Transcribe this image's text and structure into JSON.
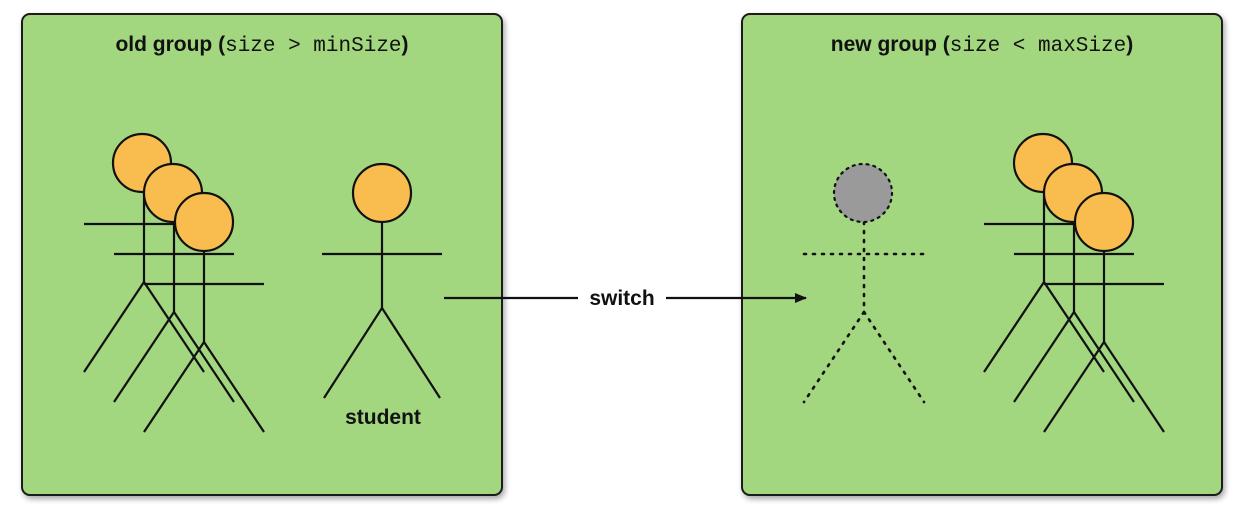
{
  "colors": {
    "group_fill": "#a2d67f",
    "group_stroke": "#1a1a1a",
    "head_fill": "#f9bd4f",
    "ghost_fill": "#9a9a9a",
    "line": "#111111"
  },
  "old_group": {
    "title_prefix": "old group (",
    "title_condition": "size > minSize",
    "title_suffix": ")",
    "student_label": "student"
  },
  "new_group": {
    "title_prefix": "new group (",
    "title_condition": "size < maxSize",
    "title_suffix": ")"
  },
  "arrow": {
    "label": "switch"
  }
}
